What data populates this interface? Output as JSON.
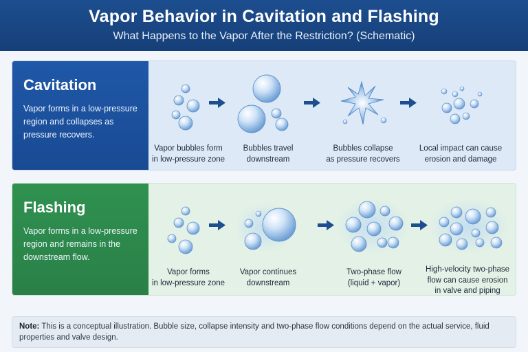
{
  "header": {
    "title": "Vapor Behavior in Cavitation and Flashing",
    "subtitle": "What Happens to the Vapor After the Restriction? (Schematic)"
  },
  "cavitation": {
    "name": "Cavitation",
    "description": "Vapor forms in a low-pressure region and collapses as pressure recovers.",
    "stages": [
      {
        "line1": "Vapor bubbles form",
        "line2": "in low-pressure zone"
      },
      {
        "line1": "Bubbles travel",
        "line2": "downstream"
      },
      {
        "line1": "Bubbles collapse",
        "line2": "as pressure recovers"
      },
      {
        "line1": "Local impact can cause",
        "line2": "erosion and damage"
      }
    ]
  },
  "flashing": {
    "name": "Flashing",
    "description": "Vapor forms in a low-pressure region and remains in the downstream flow.",
    "stages": [
      {
        "line1": "Vapor forms",
        "line2": "in low-pressure zone",
        "line3": ""
      },
      {
        "line1": "Vapor continues",
        "line2": "downstream",
        "line3": ""
      },
      {
        "line1": "Two-phase flow",
        "line2": "(liquid + vapor)",
        "line3": ""
      },
      {
        "line1": "High-velocity two-phase",
        "line2": "flow can cause erosion",
        "line3": "in valve and piping"
      }
    ]
  },
  "note": {
    "label": "Note:",
    "text": "This is a conceptual illustration. Bubble size, collapse intensity and two-phase flow conditions depend on the actual service, fluid properties and valve design."
  },
  "colors": {
    "header": "#1d4e8f",
    "cavitation_accent": "#1f58a8",
    "flashing_accent": "#2f9150",
    "arrow": "#1d4e8f"
  }
}
